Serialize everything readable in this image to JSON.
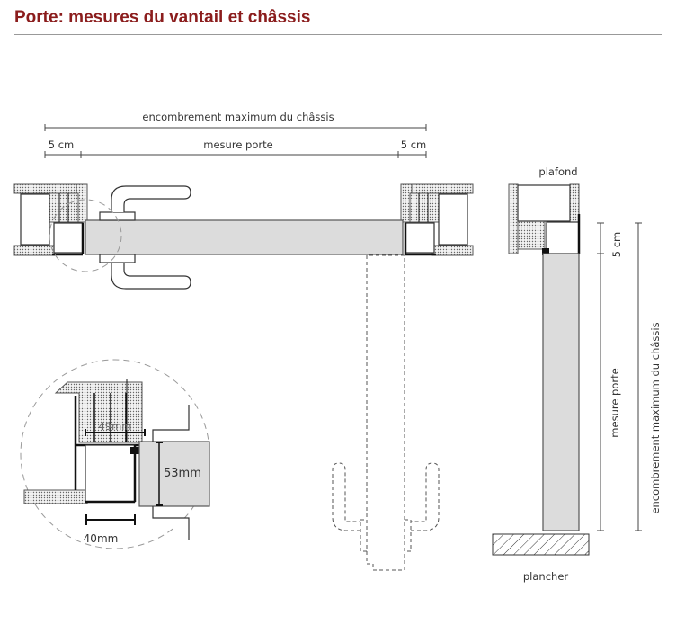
{
  "title": "Porte: mesures du vantail et châssis",
  "plan": {
    "overall_label": "encombrement maximum du châssis",
    "left_margin_label": "5 cm",
    "door_label": "mesure porte",
    "right_margin_label": "5 cm"
  },
  "detail": {
    "dim_frame_label": "49mm",
    "dim_door_thickness_label": "53mm",
    "dim_width_label": "40mm"
  },
  "elevation": {
    "ceiling_label": "plafond",
    "floor_label": "plancher",
    "margin_label": "5 cm",
    "door_label": "mesure porte",
    "overall_label": "encombrement maximum du châssis"
  },
  "colors": {
    "title": "#8b1d1d",
    "door_fill": "#dcdcdc"
  }
}
